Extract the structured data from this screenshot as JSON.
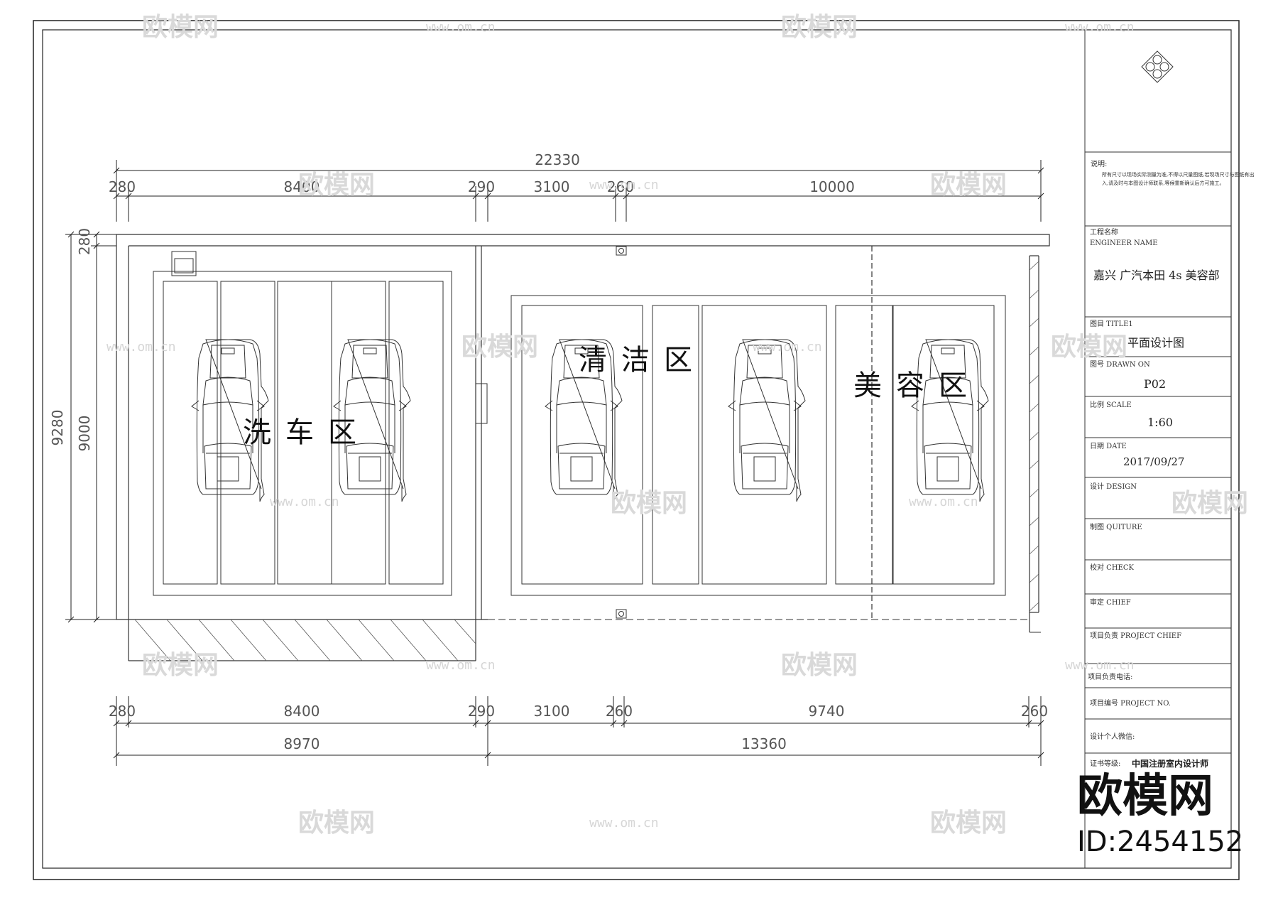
{
  "dimensions": {
    "top_total": "22330",
    "top_segments": [
      "280",
      "8400",
      "290",
      "3100",
      "260",
      "10000"
    ],
    "left_outer": "9280",
    "left_inner": "9000",
    "left_small": "280",
    "bottom_segments": [
      "280",
      "8400",
      "290",
      "3100",
      "260",
      "9740",
      "260"
    ],
    "bottom_totals": [
      "8970",
      "13360"
    ]
  },
  "zones": {
    "wash": "洗车区",
    "clean": "清洁区",
    "beauty": "美容区"
  },
  "title_block": {
    "notes_label": "说明:",
    "notes_line1": "所有尺寸以现场实际测量为准,不得以尺量图纸,若现场尺寸与图纸有出",
    "notes_line2": "入,请及时与本图设计师联系,等候重新确认后方可施工。",
    "engineer_label": "工程名称",
    "engineer_label_en": "ENGINEER NAME",
    "engineer_value": "嘉兴 广汽本田 4s 美容部",
    "title_label": "图目 TITLE1",
    "title_value": "平面设计图",
    "drawn_label": "图号 DRAWN ON",
    "drawn_value": "P02",
    "scale_label": "比例 SCALE",
    "scale_value": "1:60",
    "date_label": "日期 DATE",
    "date_value": "2017/09/27",
    "design_label": "设计 DESIGN",
    "quiture_label": "制图 QUITURE",
    "check_label": "校对 CHECK",
    "chief_label": "审定 CHIEF",
    "project_chief_label": "项目负责 PROJECT CHIEF",
    "project_phone_label": "项目负责电话:",
    "project_no_label": "项目编号 PROJECT NO.",
    "wechat_label": "设计个人微信:",
    "cert_label": "证书等级:",
    "cert_value": "中国注册室内设计师"
  },
  "watermark": {
    "brand": "欧模网",
    "url": "www.om.cn",
    "id": "ID:2454152"
  }
}
